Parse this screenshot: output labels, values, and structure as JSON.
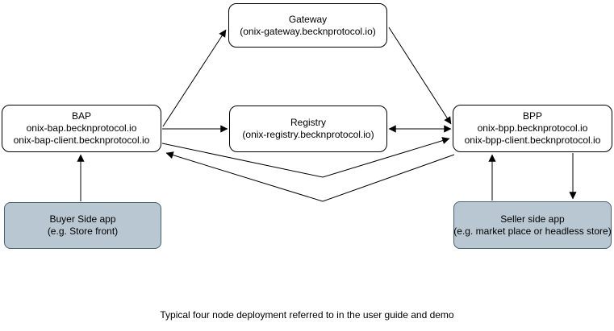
{
  "diagram": {
    "caption": "Typical four node deployment referred to in the user guide and demo",
    "nodes": {
      "gateway": {
        "line1": "Gateway",
        "line2": "(onix-gateway.becknprotocol.io)"
      },
      "bap": {
        "line1": "BAP",
        "line2": "onix-bap.becknprotocol.io",
        "line3": "onix-bap-client.becknprotocol.io"
      },
      "registry": {
        "line1": "Registry",
        "line2": "(onix-registry.becknprotocol.io)"
      },
      "bpp": {
        "line1": "BPP",
        "line2": "onix-bpp.becknprotocol.io",
        "line3": "onix-bpp-client.becknprotocol.io"
      },
      "buyer_app": {
        "line1": "Buyer Side app",
        "line2": "(e.g. Store front)"
      },
      "seller_app": {
        "line1": "Seller side app",
        "line2": "(e.g. market place or headless store)"
      }
    },
    "connectors": [
      {
        "id": "bap-to-gateway",
        "from": "bap",
        "to": "gateway",
        "arrows": "to"
      },
      {
        "id": "gateway-to-bpp",
        "from": "gateway",
        "to": "bpp",
        "arrows": "to"
      },
      {
        "id": "bap-to-registry",
        "from": "bap",
        "to": "registry",
        "arrows": "to"
      },
      {
        "id": "registry-bpp",
        "from": "registry",
        "to": "bpp",
        "arrows": "both"
      },
      {
        "id": "bap-to-bpp-direct",
        "from": "bap",
        "to": "bpp",
        "arrows": "to"
      },
      {
        "id": "bpp-to-bap-direct",
        "from": "bpp",
        "to": "bap",
        "arrows": "to"
      },
      {
        "id": "buyer-to-bap",
        "from": "buyer_app",
        "to": "bap",
        "arrows": "to"
      },
      {
        "id": "seller-to-bpp",
        "from": "seller_app",
        "to": "bpp",
        "arrows": "to"
      },
      {
        "id": "bpp-to-seller",
        "from": "bpp",
        "to": "seller_app",
        "arrows": "to"
      }
    ],
    "colors": {
      "node_fill": "#ffffff",
      "node_border": "#000000",
      "app_fill": "#b8c7d2",
      "app_border": "#45606e",
      "connector": "#000000"
    }
  }
}
